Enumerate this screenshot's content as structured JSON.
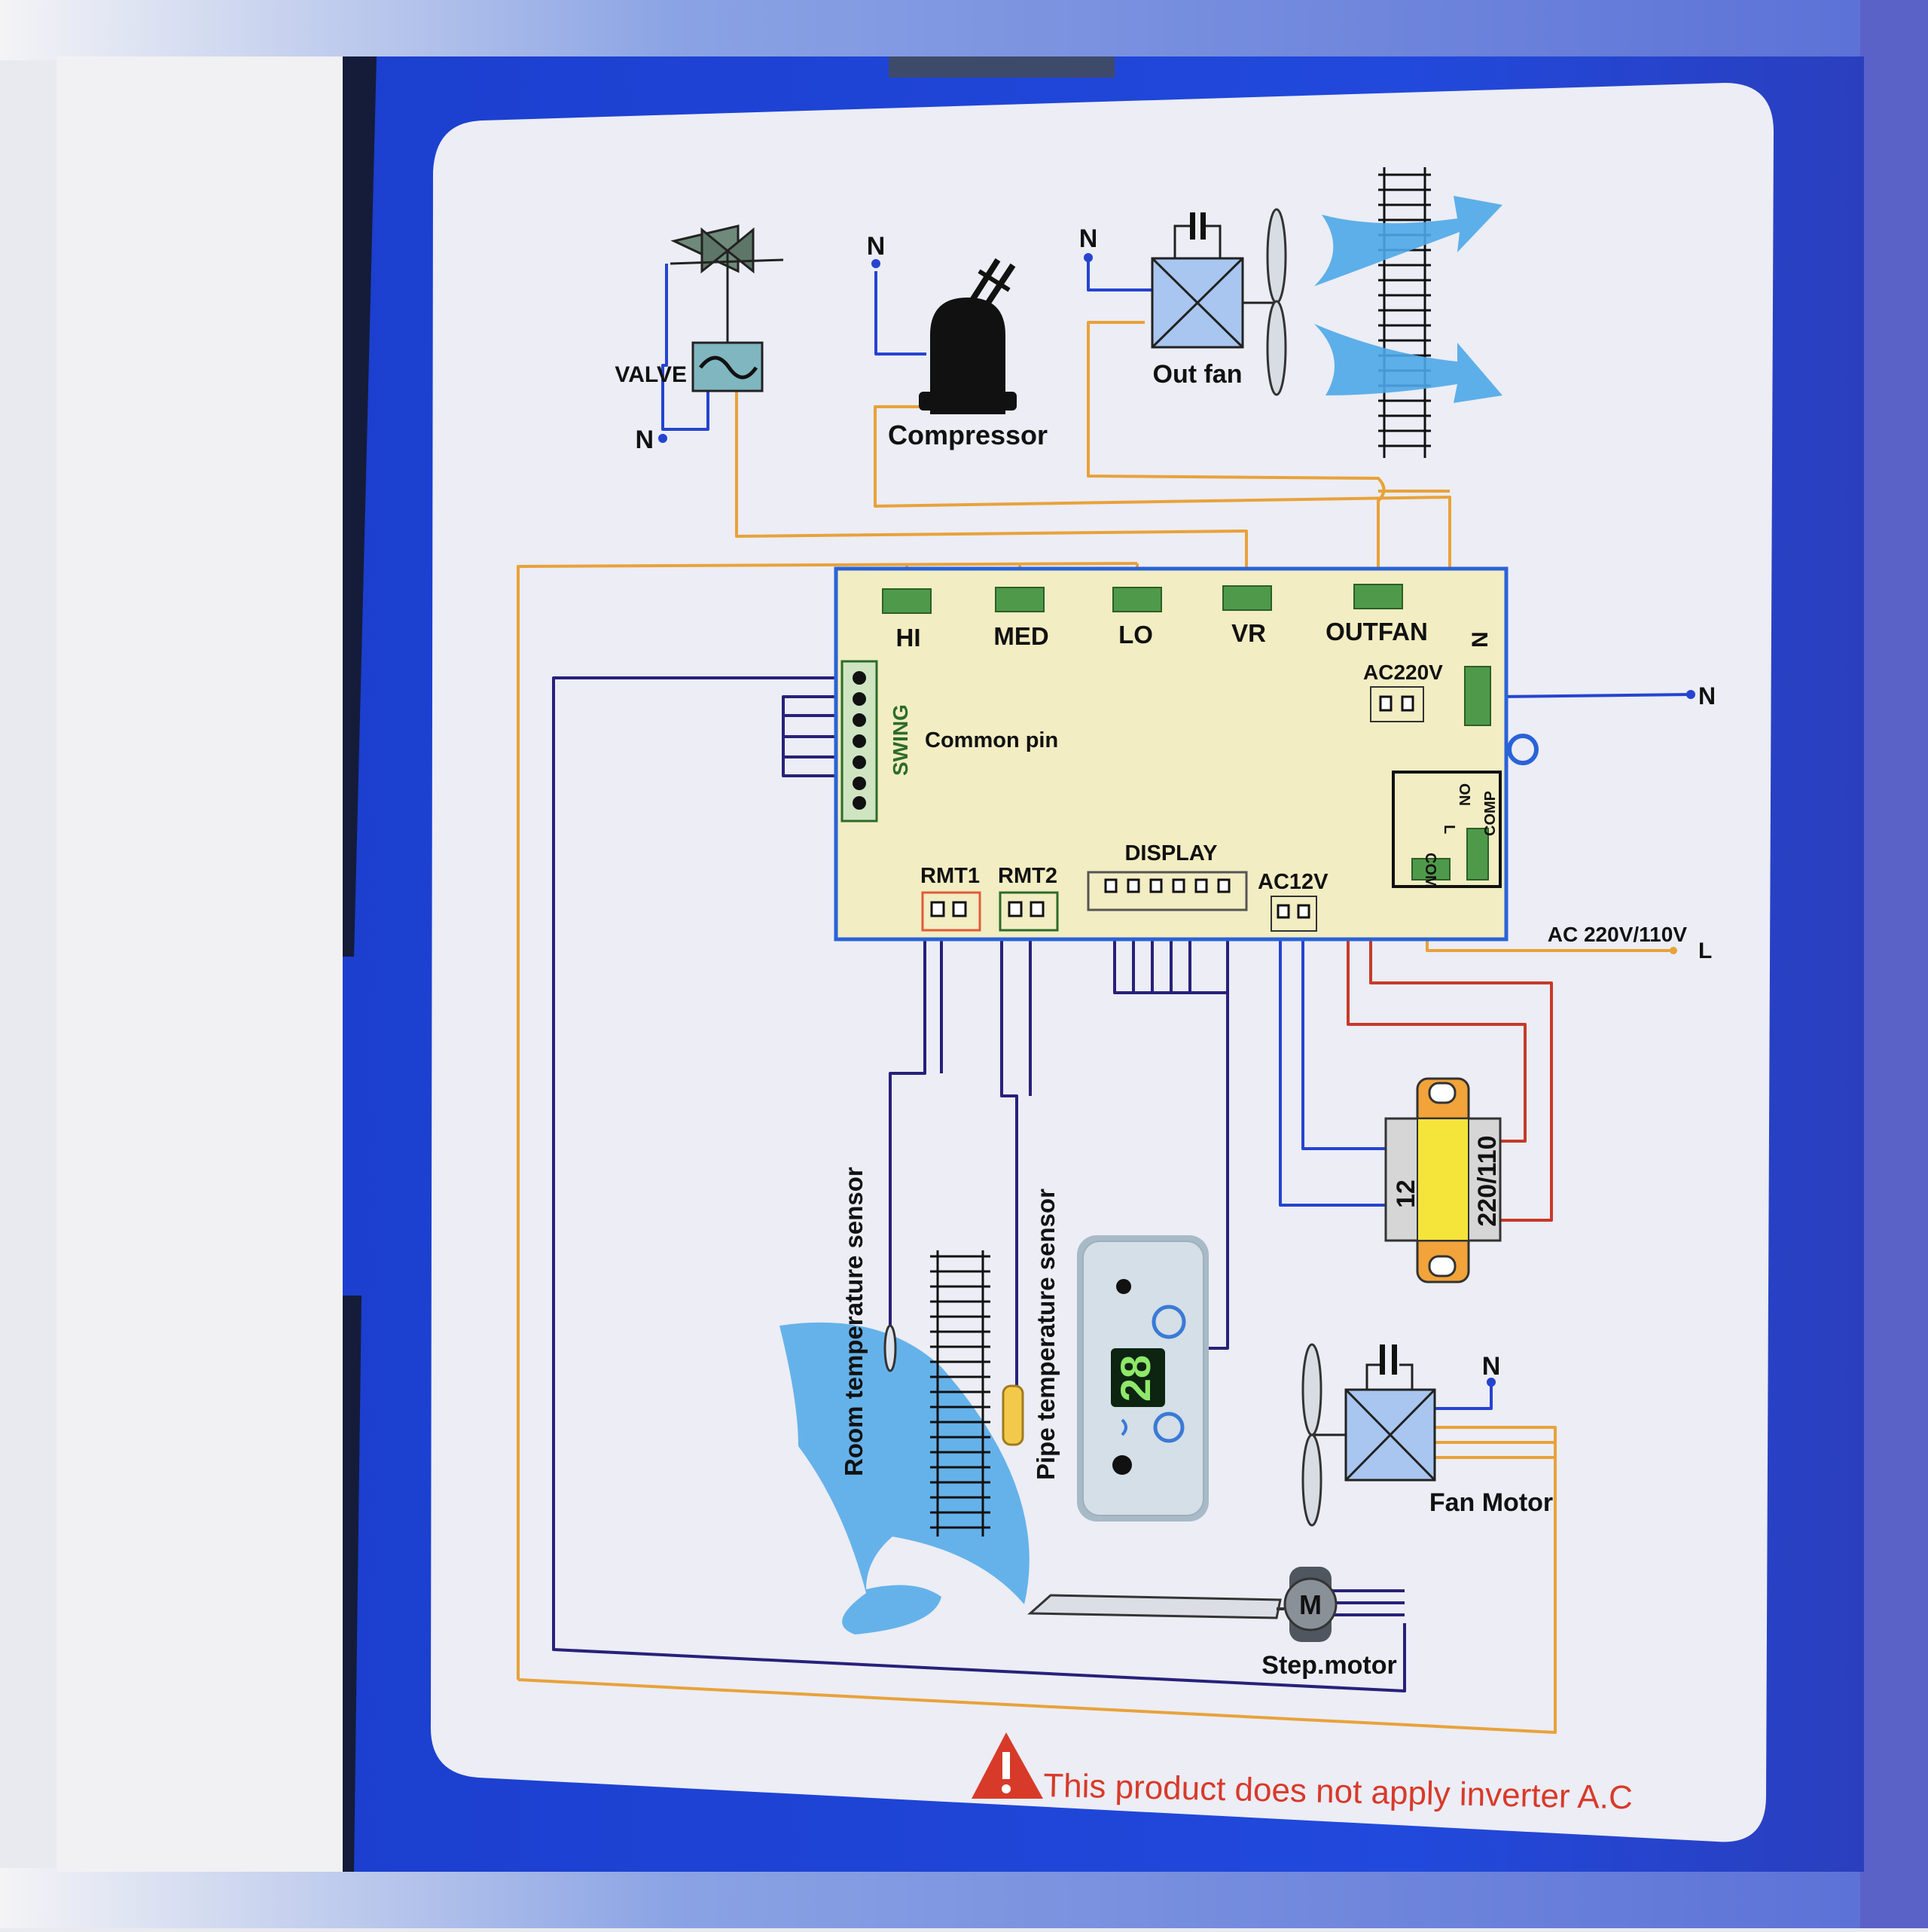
{
  "components": {
    "valve": "VALVE",
    "compressor": "Compressor",
    "out_fan": "Out fan",
    "fan_motor": "Fan Motor",
    "step_motor": "Step.motor",
    "room_sensor": "Room temperature sensor",
    "pipe_sensor": "Pipe temperature sensor",
    "transformer_low": "12",
    "transformer_high": "220/110",
    "motor_letter": "M",
    "display_value": "28"
  },
  "neutral_label": "N",
  "line_label": "L",
  "power_label": "AC 220V/110V",
  "board": {
    "relays": [
      "HI",
      "MED",
      "LO",
      "VR",
      "OUTFAN"
    ],
    "n_terminal": "N",
    "ac220": "AC220V",
    "swing": "SWING",
    "common_pin": "Common pin",
    "rmt1": "RMT1",
    "rmt2": "RMT2",
    "display": "DISPLAY",
    "ac12": "AC12V",
    "comp_relay": {
      "com": "COM",
      "l": "L",
      "no": "NO",
      "comp": "COMP"
    }
  },
  "warning": "This product does not apply inverter A.C",
  "colors": {
    "box_blue": "#1f47d6",
    "board_fill": "#f2edc2",
    "board_border": "#2a63d8",
    "wire_orange": "#e8a23a",
    "wire_blue": "#2544d0",
    "wire_navy": "#27217a",
    "wire_red": "#c73a2a",
    "relay_green": "#4f9a4a",
    "airflow": "#4ea7e8",
    "warning_red": "#d83a2a",
    "transformer_yellow": "#f5e43a"
  }
}
